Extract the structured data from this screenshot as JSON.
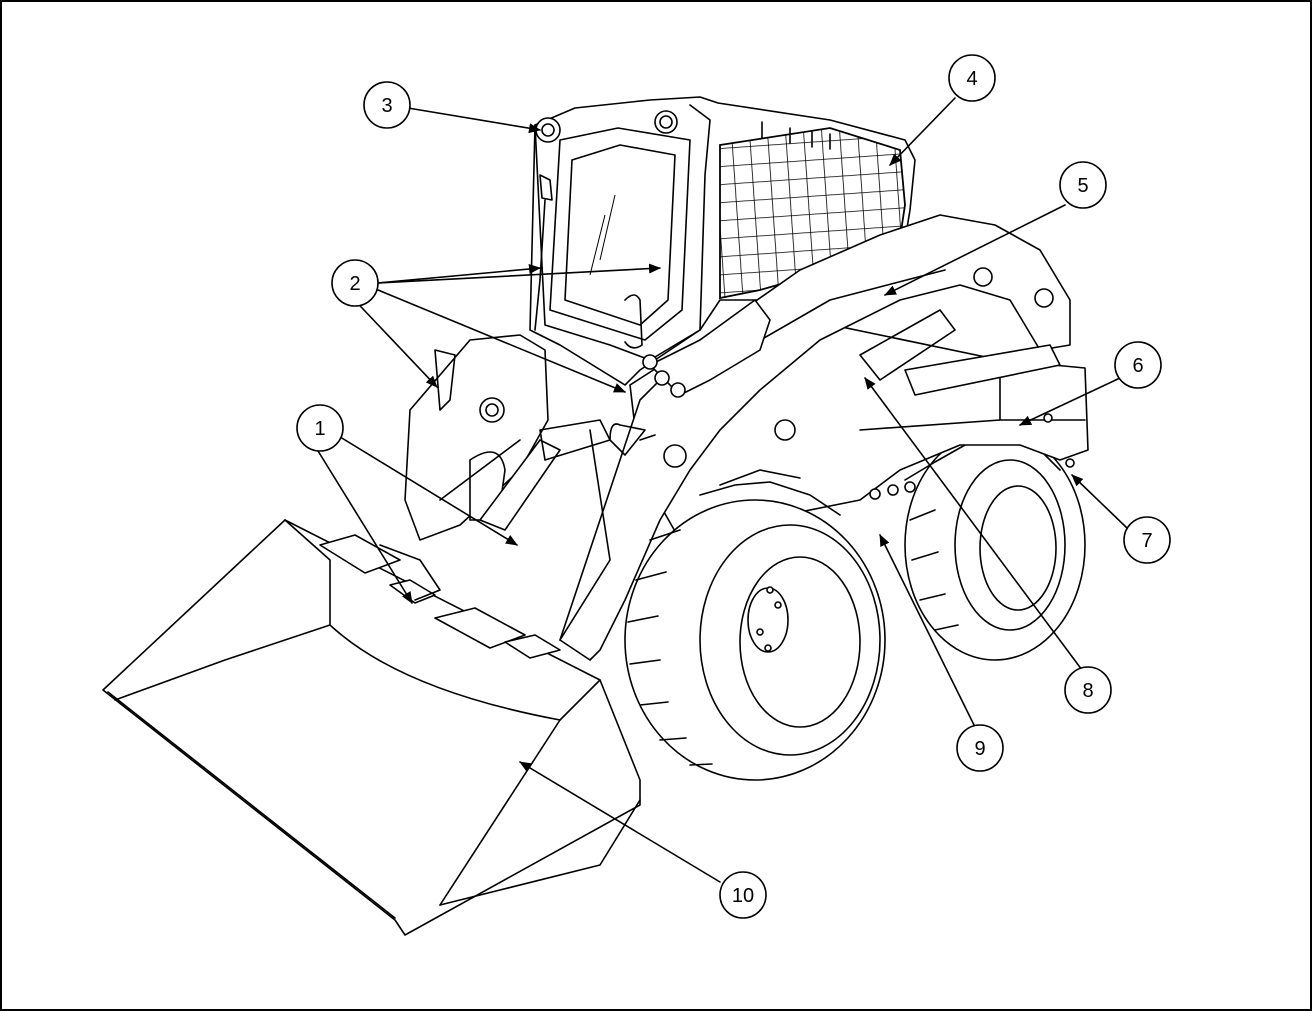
{
  "figure": {
    "callouts": [
      {
        "label": "1"
      },
      {
        "label": "2"
      },
      {
        "label": "3"
      },
      {
        "label": "4"
      },
      {
        "label": "5"
      },
      {
        "label": "6"
      },
      {
        "label": "7"
      },
      {
        "label": "8"
      },
      {
        "label": "9"
      },
      {
        "label": "10"
      }
    ]
  },
  "colors": {
    "line": "#000000",
    "background": "#ffffff"
  }
}
